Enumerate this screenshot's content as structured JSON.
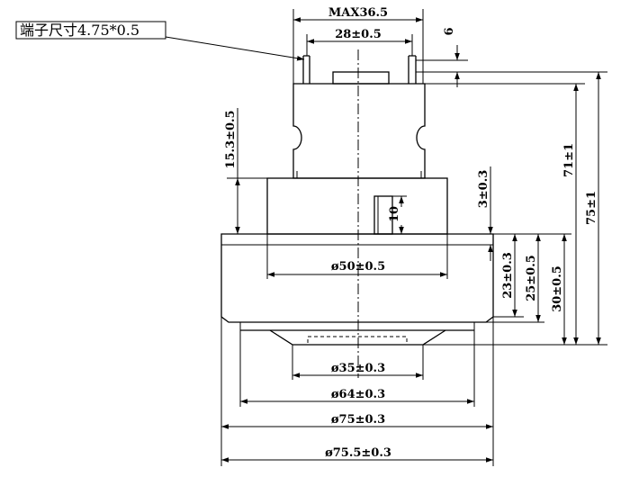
{
  "terminal_note": "端子尺寸4.75*0.5",
  "dimensions": {
    "max_width": "MAX36.5",
    "terminal_spacing": "28±0.5",
    "terminal_height": "6",
    "top_height": "15.3±0.5",
    "dia_50": "ø50±0.5",
    "gap_3": "3±0.3",
    "slot_10": "10",
    "height_71": "71±1",
    "height_75": "75±1",
    "height_23": "23±0.3",
    "height_25": "25±0.5",
    "height_30": "30±0.5",
    "dia_35": "ø35±0.3",
    "dia_64": "ø64±0.3",
    "dia_75": "ø75±0.3",
    "dia_75_5": "ø75.5±0.3"
  }
}
